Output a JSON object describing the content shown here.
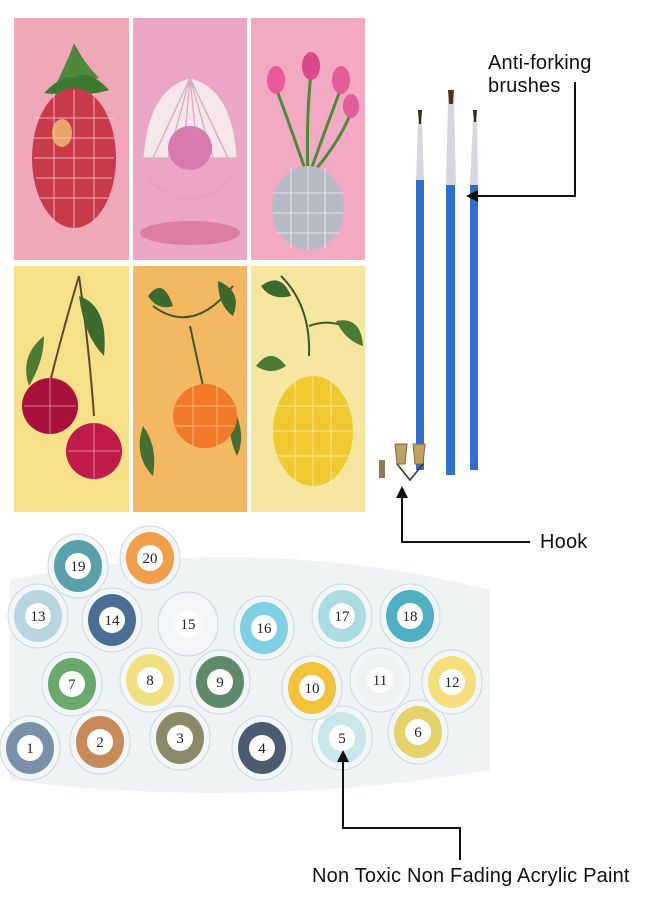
{
  "labels": {
    "brushes": "Anti-forking brushes",
    "hook": "Hook",
    "paint": "Non Toxic Non Fading Acrylic Paint"
  },
  "paint_pots": [
    {
      "number": "1",
      "color": "#7a8fa8"
    },
    {
      "number": "2",
      "color": "#c98a5a"
    },
    {
      "number": "3",
      "color": "#8a8a6a"
    },
    {
      "number": "4",
      "color": "#4c5c70"
    },
    {
      "number": "5",
      "color": "#c9e6ea"
    },
    {
      "number": "6",
      "color": "#e6d26a"
    },
    {
      "number": "7",
      "color": "#6aa86e"
    },
    {
      "number": "8",
      "color": "#f0e080"
    },
    {
      "number": "9",
      "color": "#5f8a6a"
    },
    {
      "number": "10",
      "color": "#f2c23a"
    },
    {
      "number": "11",
      "color": "#eef2f2"
    },
    {
      "number": "12",
      "color": "#f3e07a"
    },
    {
      "number": "13",
      "color": "#b8d4dc"
    },
    {
      "number": "14",
      "color": "#4a6f96"
    },
    {
      "number": "15",
      "color": "#f4f6f8"
    },
    {
      "number": "16",
      "color": "#7fd0e0"
    },
    {
      "number": "17",
      "color": "#a8dce0"
    },
    {
      "number": "18",
      "color": "#4fb0c4"
    },
    {
      "number": "19",
      "color": "#5aa0a8"
    },
    {
      "number": "20",
      "color": "#f0a04a"
    }
  ]
}
